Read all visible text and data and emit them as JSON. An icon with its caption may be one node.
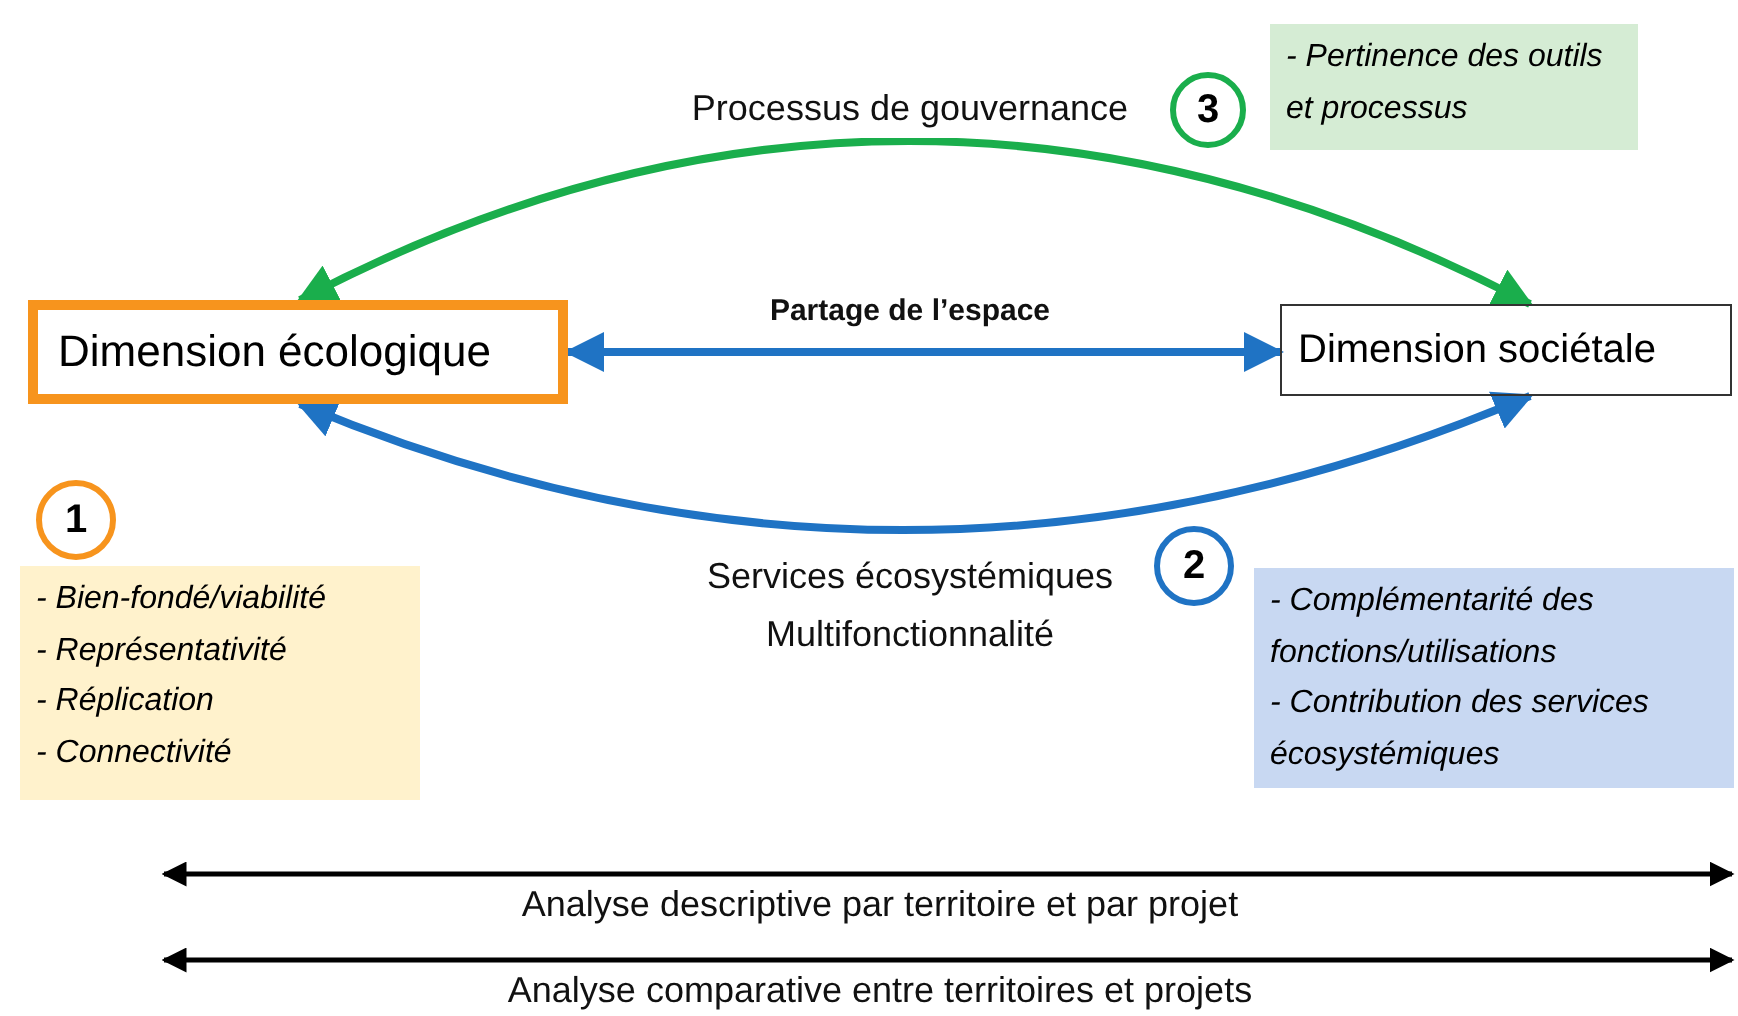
{
  "diagram": {
    "nodes": [
      {
        "text": [
          "Dimension écologique"
        ]
      },
      {
        "text": [
          "Dimension sociétale"
        ]
      },
      {
        "text": [
          "1"
        ]
      },
      {
        "text": [
          "- Bien-fondé/viabilité",
          "- Représentativité",
          "- Réplication",
          "- Connectivité"
        ]
      },
      {
        "text": [
          "3"
        ]
      },
      {
        "text": [
          "- Pertinence des outils et processus"
        ]
      },
      {
        "text": [
          "2"
        ]
      },
      {
        "text": [
          "- Complémentarité des fonctions/utilisations",
          "- Contribution des services écosystémiques"
        ]
      }
    ],
    "edges": [
      {
        "from": 0,
        "to": 1,
        "arrow": "both",
        "label": "Partage de l’espace",
        "color": "#1f73c4"
      },
      {
        "from": 0,
        "to": 1,
        "arrow": "both",
        "label": "Processus de gouvernance",
        "color": "#1aae4c"
      },
      {
        "from": 0,
        "to": 1,
        "arrow": "both",
        "label": "Services écosystémiques Multifonctionnalité",
        "color": "#1f73c4"
      }
    ],
    "labels": [
      "Analyse descriptive par territoire et par projet",
      "Analyse comparative entre territoires et projets"
    ]
  }
}
